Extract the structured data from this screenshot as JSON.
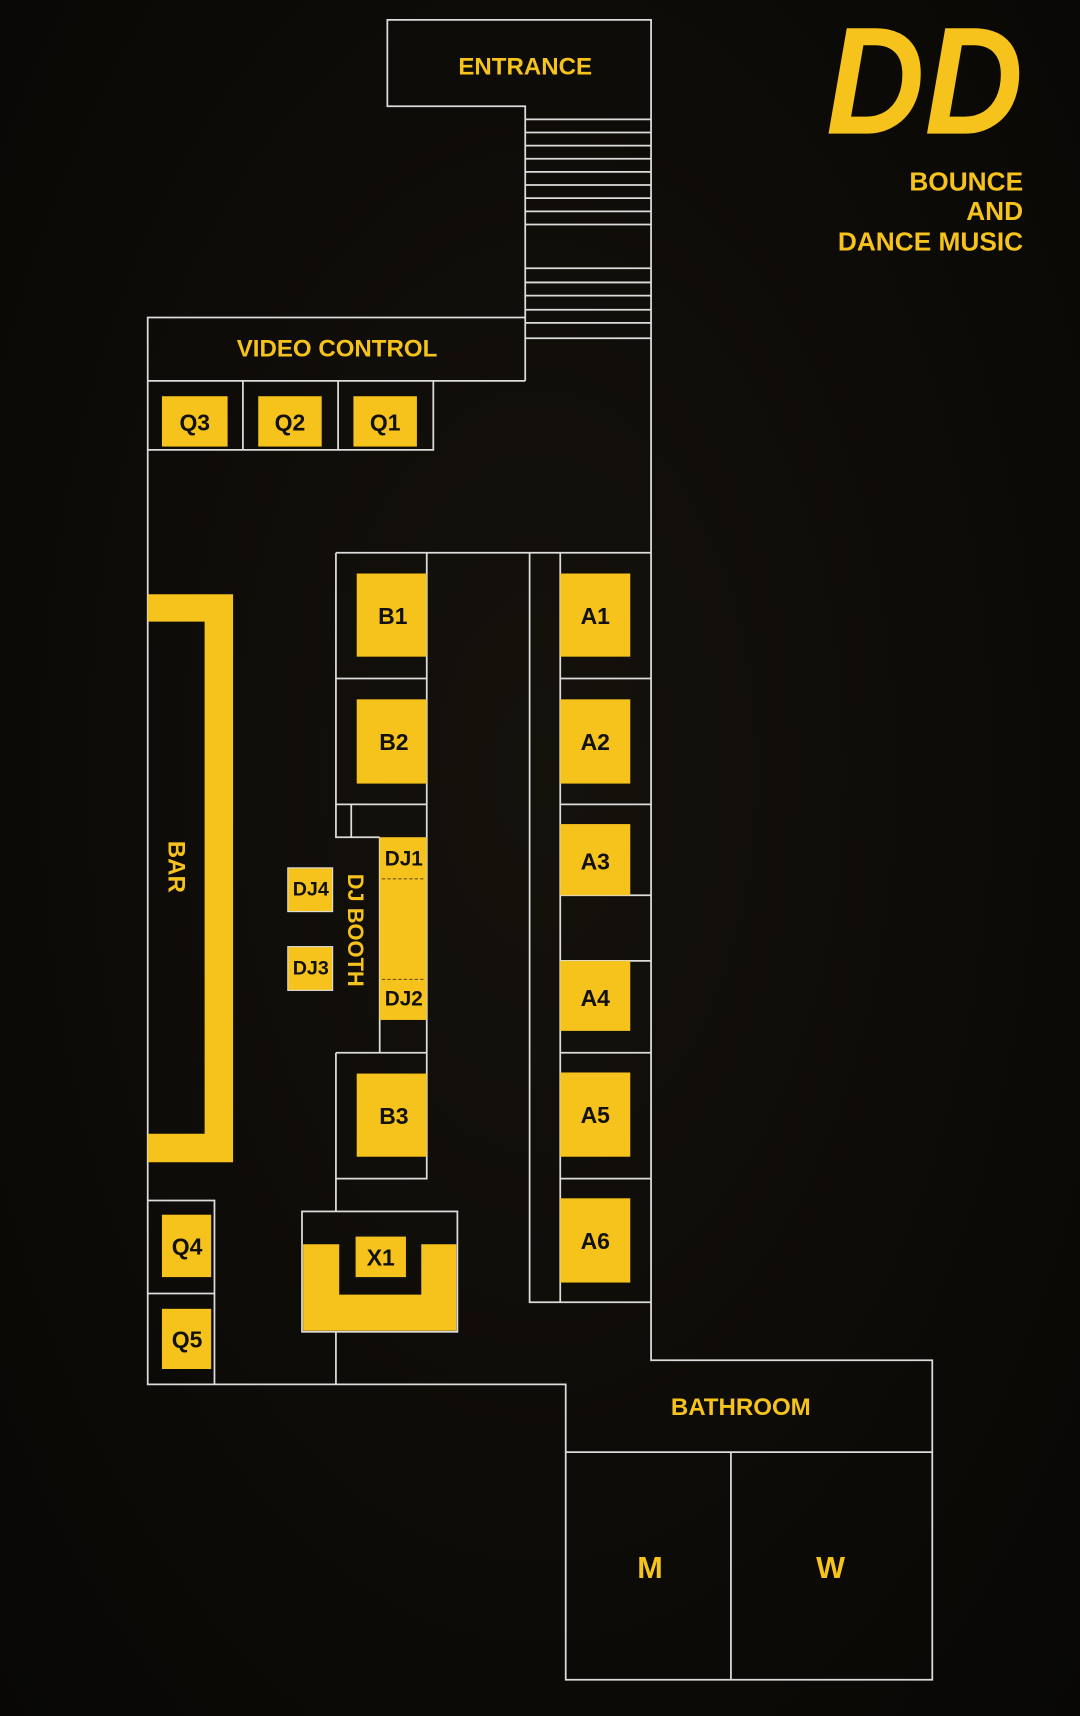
{
  "logo": {
    "text": "DD",
    "tagline": [
      "BOUNCE",
      "AND",
      "DANCE MUSIC"
    ]
  },
  "areas": {
    "entrance": "ENTRANCE",
    "video_control": "VIDEO CONTROL",
    "bar": "BAR",
    "dj_booth": "DJ BOOTH",
    "bathroom": "BATHROOM",
    "men": "M",
    "women": "W"
  },
  "tables": {
    "q": [
      "Q3",
      "Q2",
      "Q1",
      "Q4",
      "Q5"
    ],
    "b": [
      "B1",
      "B2",
      "B3"
    ],
    "a": [
      "A1",
      "A2",
      "A3",
      "A4",
      "A5",
      "A6"
    ],
    "dj": [
      "DJ1",
      "DJ2",
      "DJ3",
      "DJ4"
    ],
    "x": [
      "X1"
    ]
  },
  "colors": {
    "accent": "#f6c21c",
    "walls": "#dcdcdc",
    "background": "#0c0a07"
  }
}
